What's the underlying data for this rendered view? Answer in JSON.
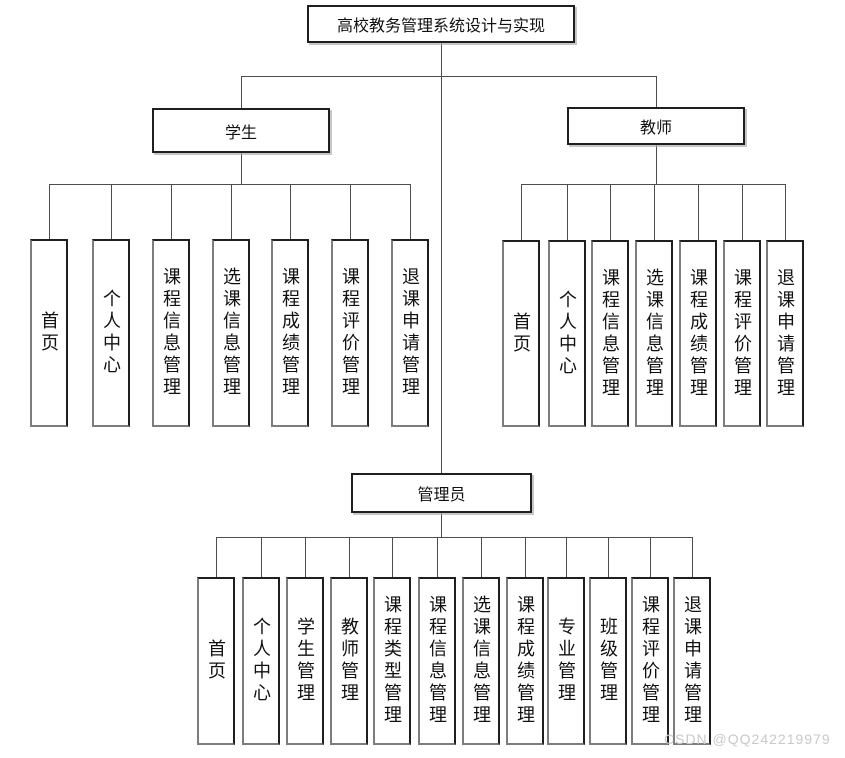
{
  "diagram": {
    "title": "高校教务管理系统设计与实现",
    "roles": [
      {
        "label": "学生",
        "children": [
          "首页",
          "个人中心",
          "课程信息管理",
          "选课信息管理",
          "课程成绩管理",
          "课程评价管理",
          "退课申请管理"
        ]
      },
      {
        "label": "教师",
        "children": [
          "首页",
          "个人中心",
          "课程信息管理",
          "选课信息管理",
          "课程成绩管理",
          "课程评价管理",
          "退课申请管理"
        ]
      },
      {
        "label": "管理员",
        "children": [
          "首页",
          "个人中心",
          "学生管理",
          "教师管理",
          "课程类型管理",
          "课程信息管理",
          "选课信息管理",
          "课程成绩管理",
          "专业管理",
          "班级管理",
          "课程评价管理",
          "退课申请管理"
        ]
      }
    ]
  },
  "watermark": "CSDN @QQ242219979",
  "colors": {
    "background": "#ffffff",
    "line": "#4d4d4d",
    "border_dark": "#1f1f1f",
    "border_gray": "#7d7d7d",
    "watermark": "#c9c9c9"
  }
}
